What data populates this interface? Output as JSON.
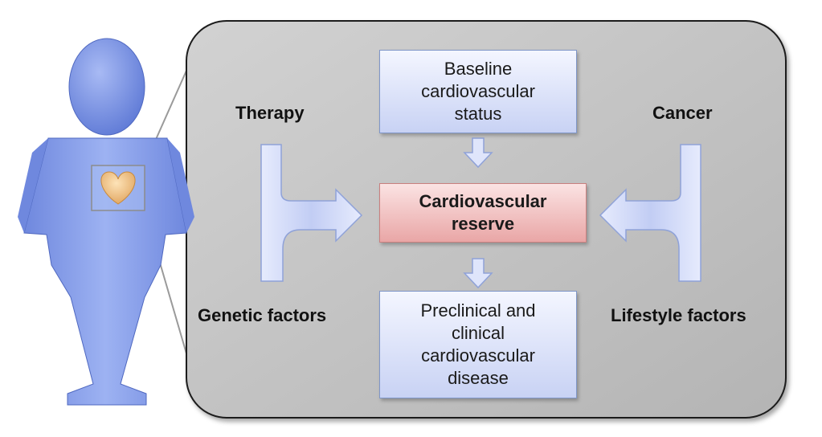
{
  "diagram": {
    "nodes": {
      "baseline": "Baseline\ncardiovascular\nstatus",
      "reserve": "Cardiovascular\nreserve",
      "disease": "Preclinical and\nclinical\ncardiovascular\ndisease"
    },
    "factors": {
      "therapy": "Therapy",
      "genetic": "Genetic factors",
      "cancer": "Cancer",
      "lifestyle": "Lifestyle factors"
    },
    "edges": [
      {
        "from": "baseline",
        "to": "reserve"
      },
      {
        "from": "reserve",
        "to": "disease"
      },
      {
        "from": "therapy",
        "to": "reserve"
      },
      {
        "from": "genetic",
        "to": "reserve"
      },
      {
        "from": "cancer",
        "to": "reserve"
      },
      {
        "from": "lifestyle",
        "to": "reserve"
      }
    ],
    "colors": {
      "panel": "#c4c4c4",
      "figure": "#7d96e6",
      "heart": "#eec486",
      "arrow": "#cdd6f7",
      "arrow_stroke": "#8fa2d8",
      "node_blue": "#c8d2f4",
      "node_red": "#eeb0b0"
    }
  }
}
